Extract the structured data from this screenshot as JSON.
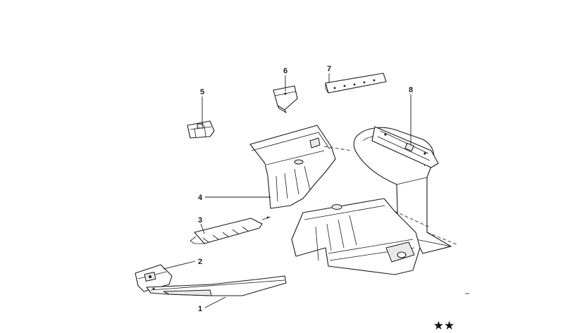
{
  "callouts": {
    "c1": "1",
    "c2": "2",
    "c3": "3",
    "c4": "4",
    "c5": "5",
    "c6": "6",
    "c7": "7",
    "c8": "8"
  },
  "footer": {
    "mark": "★★"
  },
  "colors": {
    "line": "#1a1a1a",
    "background": "#ffffff"
  }
}
